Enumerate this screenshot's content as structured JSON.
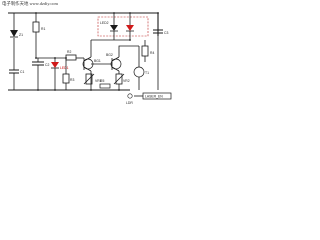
{
  "watermark": "电子制作天地 www.dzdiy.com",
  "components": {
    "z1": "Z1",
    "c1": "C1",
    "c2": "C2",
    "r1": "R1",
    "r2": "R2",
    "r3": "R3",
    "r4": "R4",
    "r5": "R5",
    "led1": "LED1",
    "led2": "LED2",
    "c3": "C3",
    "bg1": "BG1",
    "bg2": "BG2",
    "vr1": "VR1",
    "vr2": "VR2",
    "ldr": "LDR",
    "t1": "T1"
  },
  "output": {
    "label": "LASER_EN"
  },
  "colors": {
    "wire": "#1a1a1a",
    "led": "#d01a1a",
    "dashed_box": "#b22222"
  }
}
